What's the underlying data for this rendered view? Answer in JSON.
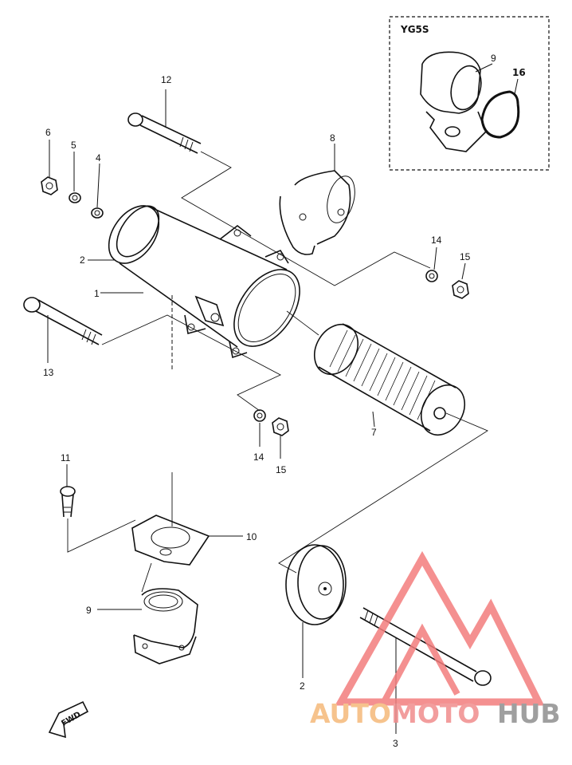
{
  "inset": {
    "title": "YG5S",
    "labels": [
      "9",
      "16"
    ]
  },
  "callouts": {
    "c1": "1",
    "c2a": "2",
    "c2b": "2",
    "c3": "3",
    "c4": "4",
    "c5": "5",
    "c6": "6",
    "c7": "7",
    "c8": "8",
    "c9": "9",
    "c10": "10",
    "c11": "11",
    "c12": "12",
    "c13": "13",
    "c14a": "14",
    "c14b": "14",
    "c15a": "15",
    "c15b": "15"
  },
  "fwd_label": "FWD",
  "watermark": {
    "part1": "AUTO",
    "part2": "MOTO",
    "part3": "HUB",
    "colors": {
      "auto": "#f5b97a",
      "moto": "#f08d8d",
      "hub": "#8f8f8f",
      "triangle": "#f37d7d"
    }
  }
}
